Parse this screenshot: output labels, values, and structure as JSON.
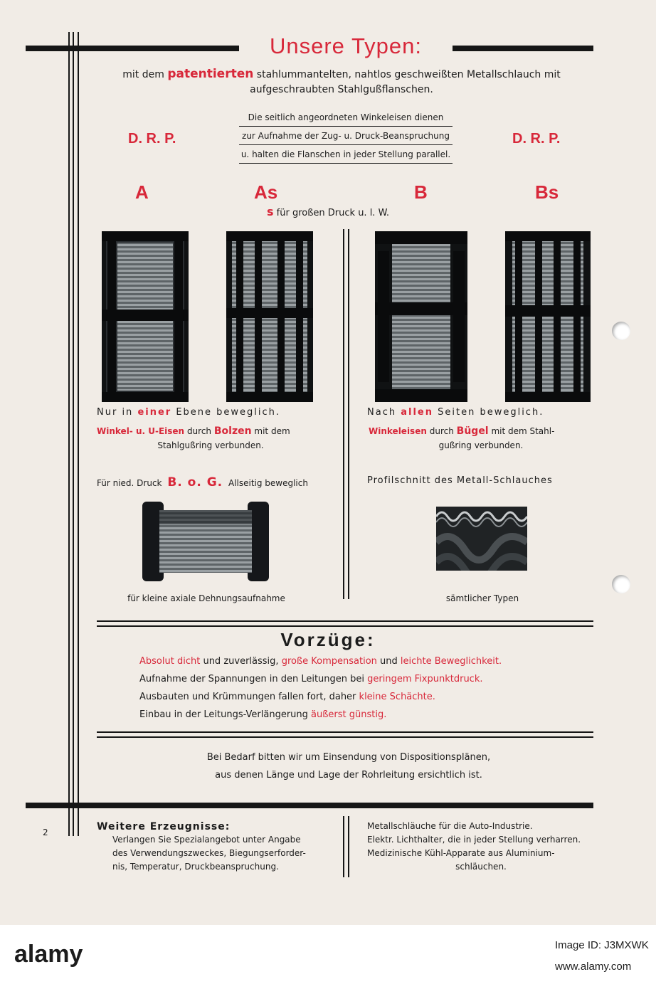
{
  "header": {
    "title": "Unsere Typen:",
    "intro_1a": "mit dem",
    "intro_1b": "patentierten",
    "intro_1c": "stahlummantelten, nahtlos geschweißten Metallschlauch mit",
    "intro_2": "aufgeschraubten Stahlgußflanschen.",
    "note_lines": [
      "Die seitlich angeordneten Winkeleisen dienen",
      "zur Aufnahme der Zug- u. Druck-Beanspruchung",
      "u. halten die Flanschen in jeder Stellung parallel."
    ],
    "drp_left": "D. R. P.",
    "drp_right": "D. R. P."
  },
  "types": {
    "a": "A",
    "as": "As",
    "b": "B",
    "bs": "Bs",
    "s_note_a": "s",
    "s_note_b": "für großen Druck u. l. W."
  },
  "left_caption": {
    "l1_a": "Nur in",
    "l1_b": "einer",
    "l1_c": "Ebene beweglich.",
    "l2_a": "Winkel- u. U-Eisen",
    "l2_b": "durch",
    "l2_c": "Bolzen",
    "l2_d": "mit dem",
    "l3": "Stahlgußring verbunden."
  },
  "right_caption": {
    "l1_a": "Nach",
    "l1_b": "allen",
    "l1_c": "Seiten beweglich.",
    "l2_a": "Winkeleisen",
    "l2_b": "durch",
    "l2_c": "Bügel",
    "l2_d": "mit dem Stahl-",
    "l3": "gußring verbunden."
  },
  "bog": {
    "prefix": "Für nied. Druck",
    "name": "B. o. G.",
    "suffix": "Allseitig beweglich",
    "caption": "für kleine axiale Dehnungsaufnahme"
  },
  "profile": {
    "title": "Profilschnitt des Metall-Schlauches",
    "caption": "sämtlicher Typen"
  },
  "advantages": {
    "title": "Vorzüge:",
    "r1_a": "Absolut dicht",
    "r1_b": "und zuverlässig,",
    "r1_c": "große Kompensation",
    "r1_d": "und",
    "r1_e": "leichte Beweglichkeit.",
    "r2_a": "Aufnahme der Spannungen in den Leitungen bei",
    "r2_b": "geringem Fixpunktdruck.",
    "r3_a": "Ausbauten und Krümmungen fallen fort, daher",
    "r3_b": "kleine Schächte.",
    "r4_a": "Einbau in der Leitungs-Verlängerung",
    "r4_b": "äußerst günstig."
  },
  "request": {
    "l1": "Bei Bedarf bitten wir um Einsendung von Dispositionsplänen,",
    "l2": "aus denen Länge und Lage der Rohrleitung ersichtlich ist."
  },
  "bottom": {
    "page_number": "2",
    "title": "Weitere Erzeugnisse:",
    "left_lines": [
      "Verlangen Sie Spezialangebot unter Angabe",
      "des Verwendungszweckes, Biegungserforder-",
      "nis, Temperatur, Druckbeanspruchung."
    ],
    "right_lines": [
      "Metallschläuche für die Auto-Industrie.",
      "Elektr. Lichthalter, die in jeder Stellung verharren.",
      "Medizinische Kühl-Apparate aus Aluminium-",
      "schläuchen."
    ]
  },
  "watermark": {
    "brand": "alamy",
    "image_id": "Image ID: J3MXWK",
    "url": "www.alamy.com"
  },
  "colors": {
    "accent_red": "#d8283a",
    "paper": "#f1ece6",
    "ink": "#161616"
  }
}
